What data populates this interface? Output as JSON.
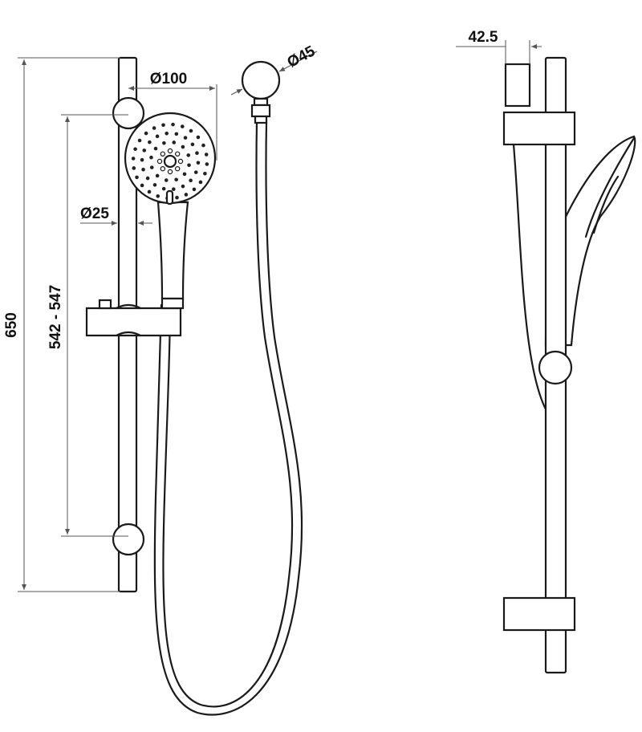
{
  "dimensions": {
    "overall_height": "650",
    "adjustable_range": "542 - 547",
    "head_diameter": "Ø100",
    "rail_diameter": "Ø25",
    "wall_outlet_diameter": "Ø45",
    "wall_offset": "42.5"
  },
  "colors": {
    "line": "#1a1a1a",
    "dimension": "#555555"
  }
}
